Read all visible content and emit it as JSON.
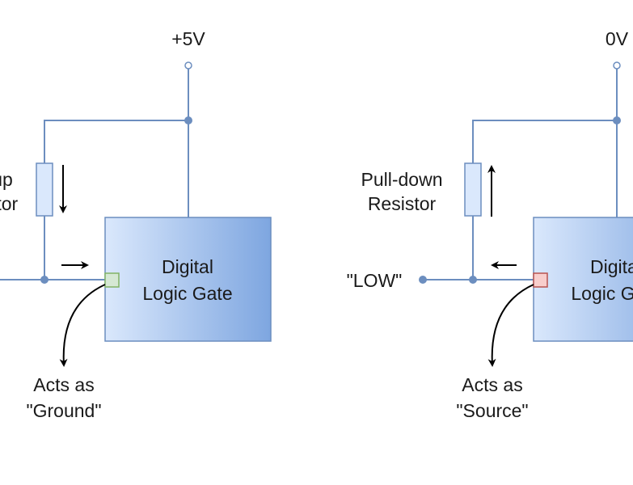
{
  "colors": {
    "wire": "#6c8ebf",
    "gate_fill_start": "#dae8fc",
    "gate_fill_end": "#7ea6e0",
    "resistor_fill": "#dae8fc",
    "input_ground_fill": "#d5e8d4",
    "input_ground_stroke": "#82b366",
    "input_source_fill": "#f8cecc",
    "input_source_stroke": "#b85450"
  },
  "pull_up": {
    "supply_label": "+5V",
    "resistor_label_line1": "Pull-up",
    "resistor_label_line2": "Resistor",
    "gate_line1": "Digital",
    "gate_line2": "Logic Gate",
    "callout_line1": "Acts as",
    "callout_line2": "\"Ground\"",
    "current_direction": "down"
  },
  "pull_down": {
    "supply_label": "0V",
    "resistor_label_line1": "Pull-down",
    "resistor_label_line2": "Resistor",
    "signal_label": "\"LOW\"",
    "gate_line1": "Digital",
    "gate_line2": "Logic Gate",
    "callout_line1": "Acts as",
    "callout_line2": "\"Source\"",
    "current_direction": "up"
  }
}
